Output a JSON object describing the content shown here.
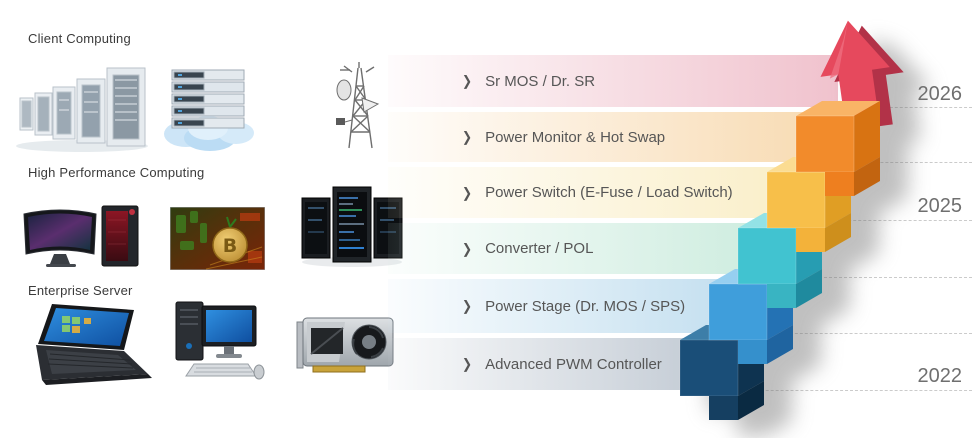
{
  "slide": {
    "background": "#FFFFFF",
    "sections": [
      {
        "label": "Client Computing"
      },
      {
        "label": "High Performance Computing"
      },
      {
        "label": "Enterprise Server"
      }
    ],
    "section_images": [
      "server-farm",
      "cloud-servers",
      "telecom-tower",
      "gaming-pc",
      "crypto-mining",
      "server-cabinets",
      "laptop",
      "desktop-pc",
      "gpu-card"
    ]
  },
  "icons": {
    "chevron": "❯"
  },
  "roadmap": {
    "items": [
      {
        "label": "Sr MOS / Dr. SR",
        "band_color": "#F0C2CD",
        "step_color": "#E6495D"
      },
      {
        "label": "Power Monitor & Hot Swap",
        "band_color": "#F8DCB5",
        "step_color": "#F28B2B"
      },
      {
        "label": "Power Switch (E-Fuse / Load Switch)",
        "band_color": "#FAEFCA",
        "step_color": "#F7BF4A"
      },
      {
        "label": "Converter / POL",
        "band_color": "#CFEDE0",
        "step_color": "#41C3D0"
      },
      {
        "label": "Power Stage (Dr. MOS / SPS)",
        "band_color": "#C5E0F0",
        "step_color": "#3F9EDB"
      },
      {
        "label": "Advanced PWM Controller",
        "band_color": "#C5CDD6",
        "step_color": "#1A4E78"
      }
    ],
    "years": [
      {
        "label": "2026"
      },
      {
        "label": "2025"
      },
      {
        "label": "2022"
      }
    ],
    "text_color": "#565656",
    "year_color": "#6F6F6F",
    "gridline_color": "#CBCBCB"
  }
}
